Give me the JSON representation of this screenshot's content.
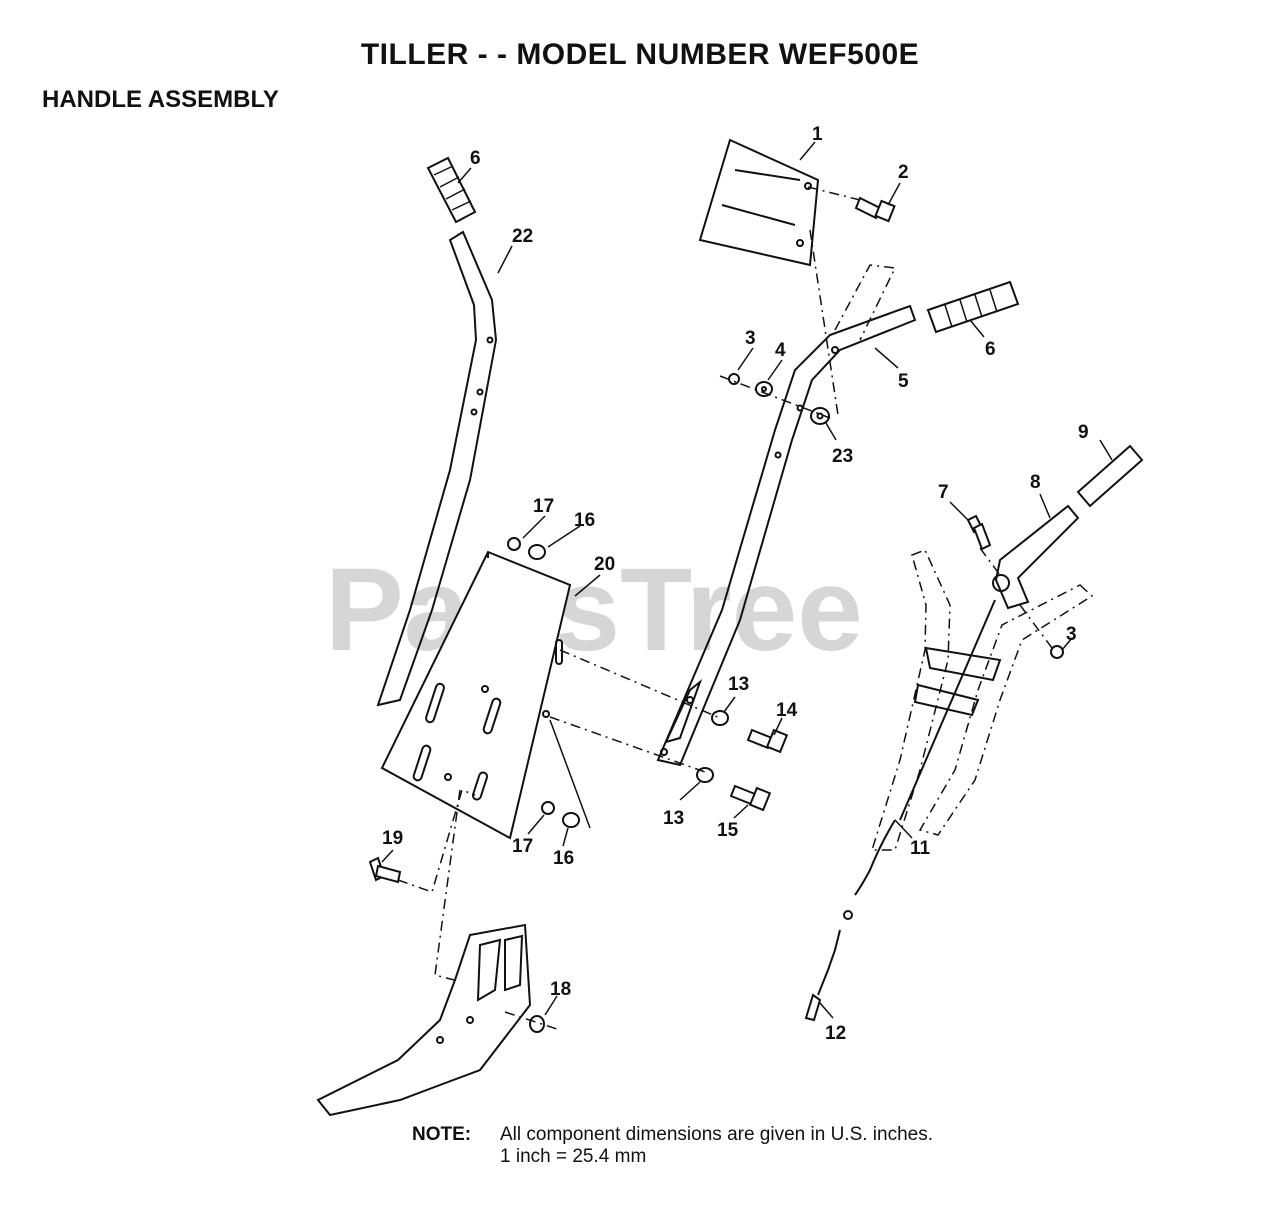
{
  "title": "TILLER - - MODEL NUMBER WEF500E",
  "subtitle": "HANDLE ASSEMBLY",
  "watermark": "PartsTree",
  "note": {
    "label": "NOTE:",
    "line1": "All component dimensions are given in U.S. inches.",
    "line2": "1 inch = 25.4 mm"
  },
  "callouts": {
    "c1": "1",
    "c2": "2",
    "c3a": "3",
    "c3b": "3",
    "c4": "4",
    "c5": "5",
    "c6a": "6",
    "c6b": "6",
    "c7": "7",
    "c8": "8",
    "c9": "9",
    "c11": "11",
    "c12": "12",
    "c13a": "13",
    "c13b": "13",
    "c14": "14",
    "c15": "15",
    "c16a": "16",
    "c16b": "16",
    "c17a": "17",
    "c17b": "17",
    "c18": "18",
    "c19": "19",
    "c20": "20",
    "c22": "22",
    "c23": "23"
  }
}
